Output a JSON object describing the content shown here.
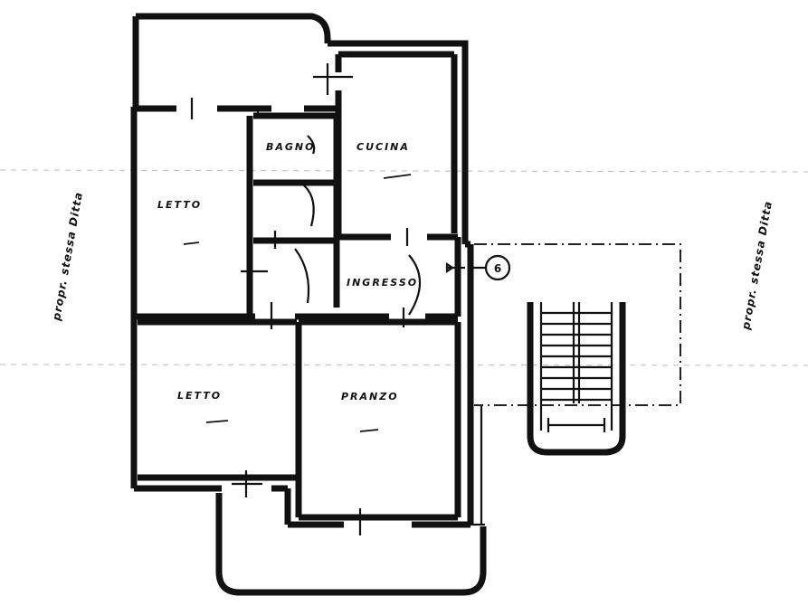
{
  "plan": {
    "rooms": {
      "bagno": "BAGNO",
      "cucina": "CUCINA",
      "letto_top": "LETTO",
      "ingresso": "INGRESSO",
      "letto_bottom": "LETTO",
      "pranzo": "PRANZO"
    },
    "side_labels": {
      "left": "propr. stessa Ditta",
      "right": "propr. stessa Ditta"
    },
    "marker": "6"
  }
}
